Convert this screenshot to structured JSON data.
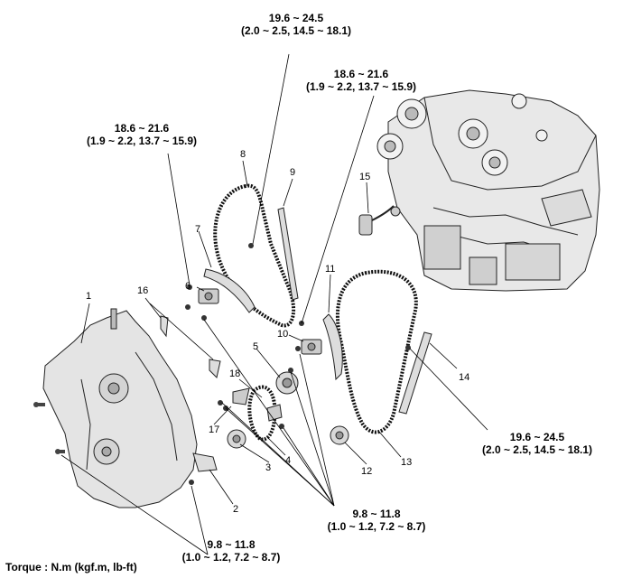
{
  "torque_callouts": [
    {
      "id": "t1",
      "value": "19.6 ~ 24.5",
      "detail": "(2.0 ~ 2.5, 14.5 ~ 18.1)"
    },
    {
      "id": "t2",
      "value": "18.6 ~ 21.6",
      "detail": "(1.9 ~ 2.2, 13.7 ~ 15.9)"
    },
    {
      "id": "t3",
      "value": "18.6 ~ 21.6",
      "detail": "(1.9 ~ 2.2, 13.7 ~ 15.9)"
    },
    {
      "id": "t4",
      "value": "19.6 ~ 24.5",
      "detail": "(2.0 ~ 2.5, 14.5 ~ 18.1)"
    },
    {
      "id": "t5",
      "value": "9.8 ~ 11.8",
      "detail": "(1.0 ~ 1.2, 7.2 ~ 8.7)"
    },
    {
      "id": "t6",
      "value": "9.8 ~ 11.8",
      "detail": "(1.0 ~ 1.2, 7.2 ~ 8.7)"
    }
  ],
  "part_numbers": [
    "1",
    "2",
    "3",
    "4",
    "5",
    "6",
    "7",
    "8",
    "9",
    "10",
    "11",
    "12",
    "13",
    "14",
    "15",
    "16",
    "17",
    "18"
  ],
  "footer": "Torque : N.m (kgf.m, lb-ft)"
}
